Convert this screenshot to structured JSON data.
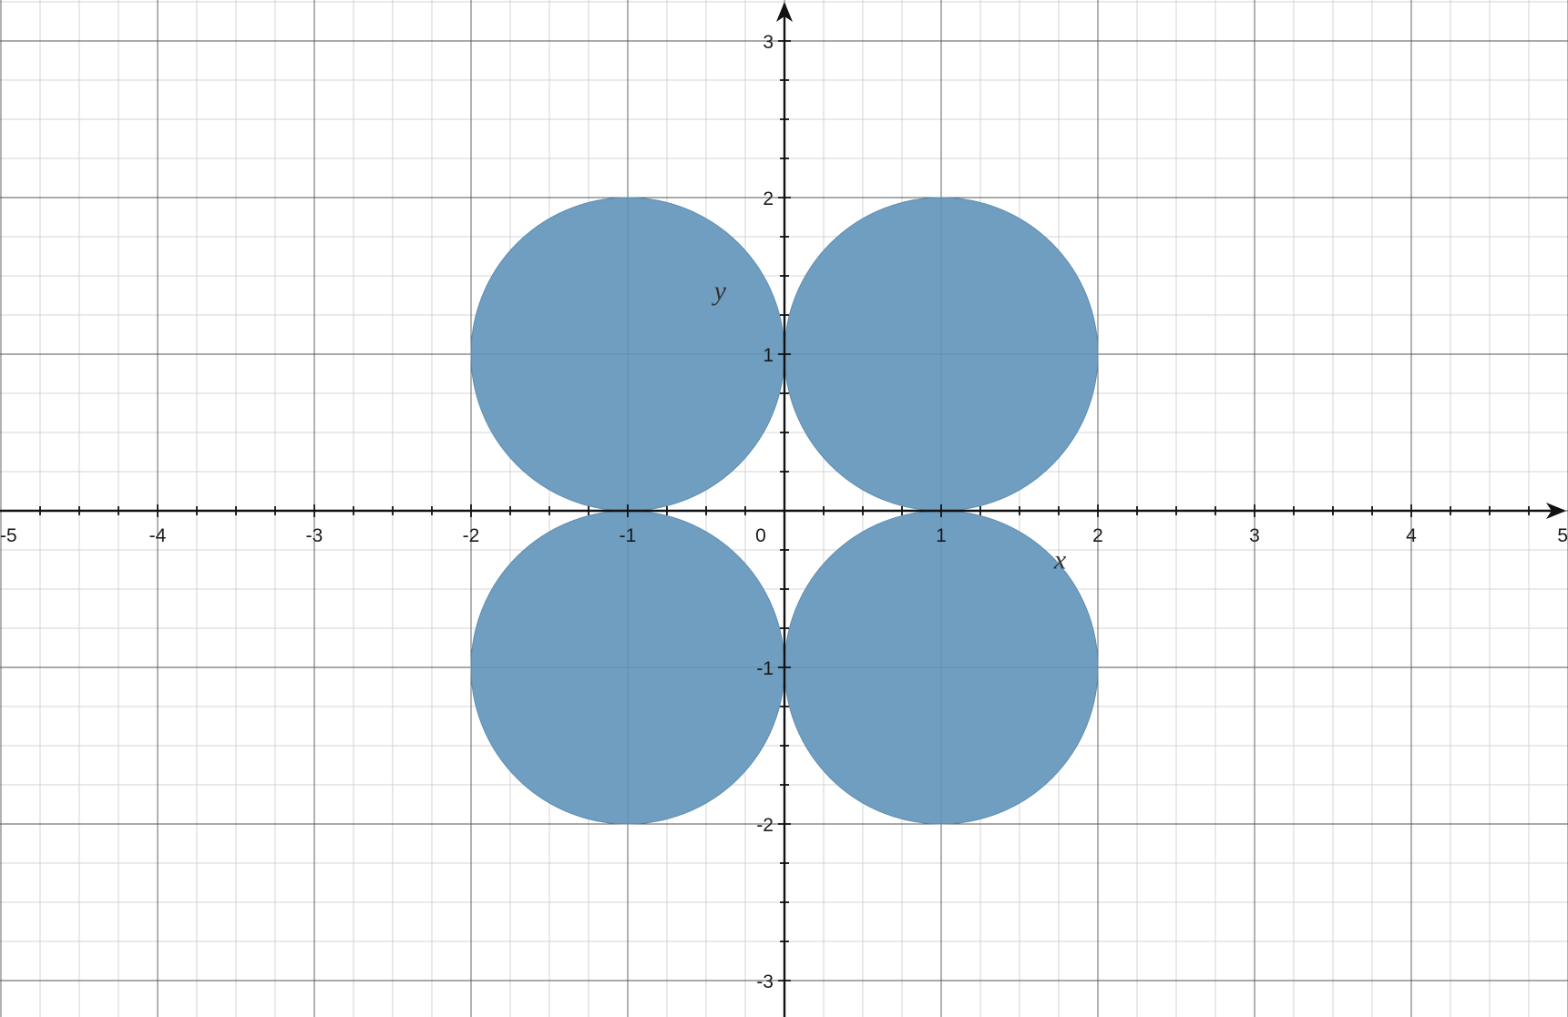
{
  "chart_data": {
    "type": "scatter",
    "title": "",
    "xlabel": "x",
    "ylabel": "y",
    "xlim": [
      -5,
      5
    ],
    "ylim": [
      -3.25,
      3.25
    ],
    "grid": true,
    "minor_grid_step": 0.25,
    "major_grid_step": 1,
    "x_ticks": [
      {
        "value": -5,
        "label": "-5"
      },
      {
        "value": -4,
        "label": "-4"
      },
      {
        "value": -3,
        "label": "-3"
      },
      {
        "value": -2,
        "label": "-2"
      },
      {
        "value": -1,
        "label": "-1"
      },
      {
        "value": 0,
        "label": "0"
      },
      {
        "value": 1,
        "label": "1"
      },
      {
        "value": 2,
        "label": "2"
      },
      {
        "value": 3,
        "label": "3"
      },
      {
        "value": 4,
        "label": "4"
      },
      {
        "value": 5,
        "label": "5"
      }
    ],
    "y_ticks": [
      {
        "value": 3,
        "label": "3"
      },
      {
        "value": 2,
        "label": "2"
      },
      {
        "value": 1,
        "label": "1"
      },
      {
        "value": -1,
        "label": "-1"
      },
      {
        "value": -2,
        "label": "-2"
      },
      {
        "value": -3,
        "label": "-3"
      }
    ],
    "regions": [
      {
        "shape": "disk",
        "center": [
          -1,
          1
        ],
        "radius": 1
      },
      {
        "shape": "disk",
        "center": [
          1,
          1
        ],
        "radius": 1
      },
      {
        "shape": "disk",
        "center": [
          -1,
          -1
        ],
        "radius": 1
      },
      {
        "shape": "disk",
        "center": [
          1,
          -1
        ],
        "radius": 1
      }
    ],
    "fill_color": "#6f9ec0",
    "edge_color": "#5e8db2",
    "axis_color": "#111111"
  }
}
